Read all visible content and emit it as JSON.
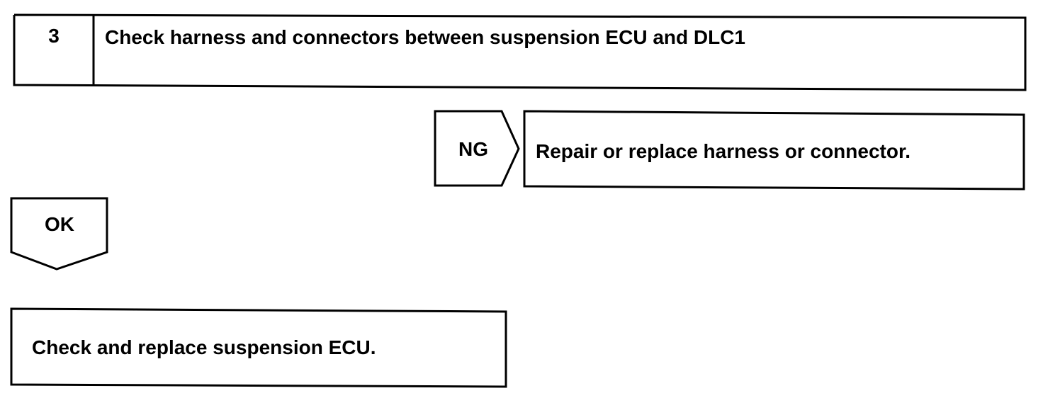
{
  "step": {
    "number": "3",
    "title": "Check harness and connectors between suspension ECU and DLC1"
  },
  "ng_branch": {
    "label": "NG",
    "action": "Repair or replace harness or connector."
  },
  "ok_branch": {
    "label": "OK",
    "action": "Check and replace suspension ECU."
  },
  "colors": {
    "line": "#000000",
    "background": "#ffffff"
  }
}
